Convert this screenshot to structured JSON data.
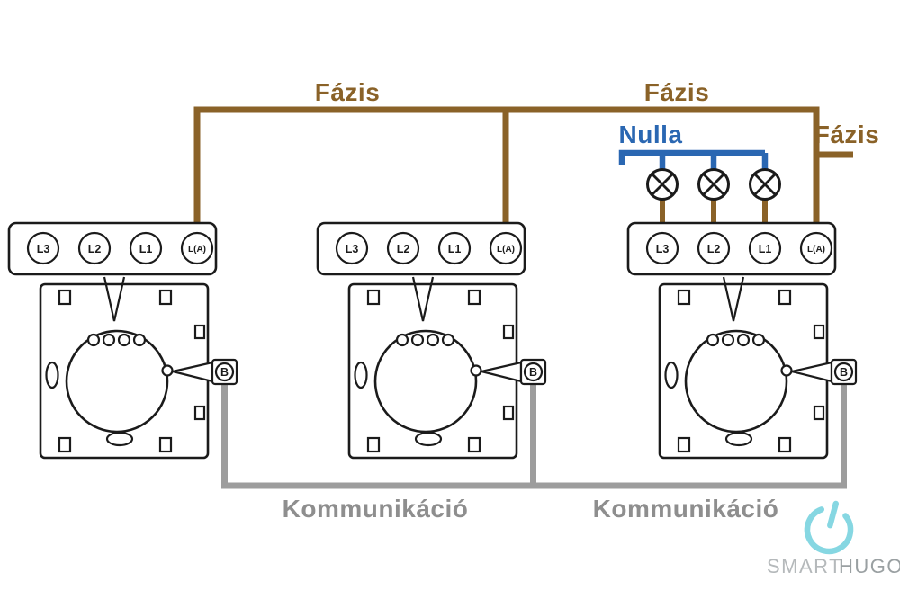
{
  "colors": {
    "phase": "#8a6228",
    "neutral": "#2a67b2",
    "comm_wire": "#9d9d9d",
    "comm_text": "#8e8e8e",
    "outline": "#1b1b1b",
    "logo_accent": "#86d7e2",
    "logo_text_gray": "#b5b9bb",
    "logo_text_dark": "#9aa0a2"
  },
  "labels": {
    "phase_left": "Fázis",
    "phase_right": "Fázis",
    "phase_feed": "Fázis",
    "neutral": "Nulla",
    "comm_left": "Kommunikáció",
    "comm_right": "Kommunikáció"
  },
  "switches": [
    {
      "name": "switch-1",
      "terminals": [
        "L3",
        "L2",
        "L1",
        "L(A)"
      ],
      "b_terminal": "B"
    },
    {
      "name": "switch-2",
      "terminals": [
        "L3",
        "L2",
        "L1",
        "L(A)"
      ],
      "b_terminal": "B"
    },
    {
      "name": "switch-3",
      "terminals": [
        "L3",
        "L2",
        "L1",
        "L(A)"
      ],
      "b_terminal": "B"
    }
  ],
  "lamps": {
    "count": 3,
    "icon": "crossed-circle-lamp-icon"
  },
  "logo": {
    "brand_part1": "SMART",
    "brand_part2": "HUGO",
    "icon": "power-icon"
  }
}
